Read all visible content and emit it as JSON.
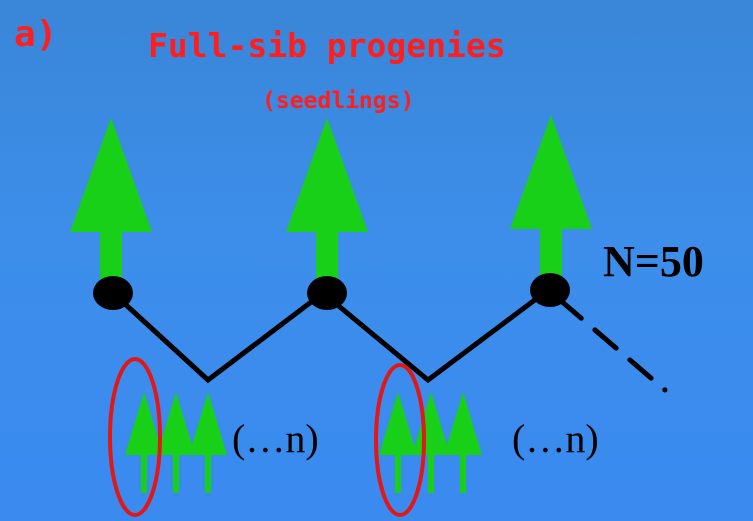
{
  "panel_label": "a)",
  "title": "Full-sib progenies",
  "subtitle": "(seedlings)",
  "population_label": "N=50",
  "seedling_count_label": "(…n)",
  "colors": {
    "background": "#3a8ae6",
    "text_red": "#ff1e1e",
    "tree_green": "#18d018",
    "line_black": "#000000",
    "circle_red": "#e01818"
  },
  "icons": [
    "tree-icon",
    "seedling-icon",
    "node-dot",
    "selection-circle"
  ]
}
